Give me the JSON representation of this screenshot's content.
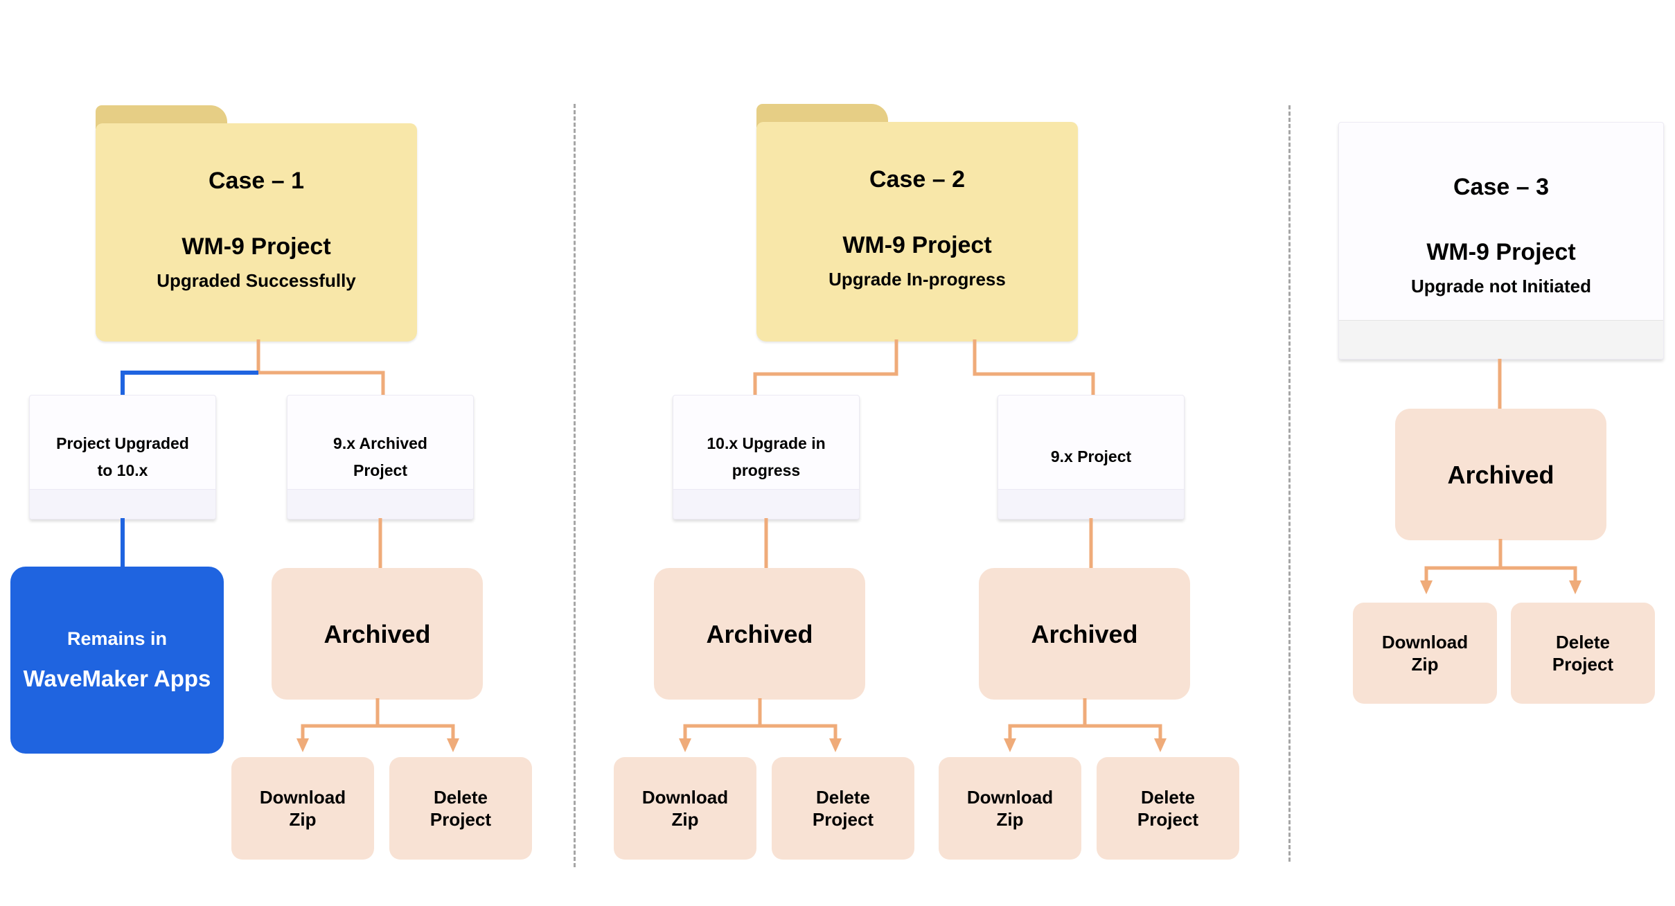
{
  "diagram": {
    "title_present": false,
    "colors": {
      "folder_body": "#f8e7a9",
      "folder_tab": "#e6ce85",
      "card_bg": "#fdfcff",
      "card_footer": "#f5f4fb",
      "card_footer_gray": "#f4f4f4",
      "peach": "#f8e2d4",
      "blue": "#1f64e0",
      "connector_orange": "#efab79",
      "connector_blue": "#1f64e0",
      "divider_gray": "#a6a6a6"
    }
  },
  "cases": [
    {
      "id": "case-1",
      "root": {
        "shape": "folder",
        "case_label": "Case – 1",
        "project_label": "WM-9 Project",
        "status_label": "Upgraded Successfully"
      },
      "children": [
        {
          "id": "case-1-upgraded-card",
          "shape": "card",
          "label": "Project Upgraded to 10.x",
          "line1": "Project Upgraded",
          "line2": "to 10.x",
          "connector_color": "#1f64e0"
        },
        {
          "id": "case-1-archived-card",
          "shape": "card",
          "label": "9.x Archived Project",
          "line1": "9.x Archived",
          "line2": "Project",
          "connector_color": "#efab79"
        }
      ],
      "blue_node": {
        "id": "remains-in-wavemaker-apps",
        "line1": "Remains in",
        "line2": "WaveMaker Apps"
      },
      "archived_node": {
        "id": "case-1-archived",
        "label": "Archived"
      },
      "actions": [
        {
          "id": "case-1-download-zip",
          "line1": "Download",
          "line2": "Zip"
        },
        {
          "id": "case-1-delete-project",
          "line1": "Delete",
          "line2": "Project"
        }
      ]
    },
    {
      "id": "case-2",
      "root": {
        "shape": "folder",
        "case_label": "Case – 2",
        "project_label": "WM-9 Project",
        "status_label": "Upgrade In-progress"
      },
      "children": [
        {
          "id": "case-2-upgrade-in-progress-card",
          "shape": "card",
          "label": "10.x Upgrade in progress",
          "line1": "10.x Upgrade in",
          "line2": "progress",
          "connector_color": "#efab79"
        },
        {
          "id": "case-2-9x-project-card",
          "shape": "card",
          "label": "9.x Project",
          "line1": "9.x Project",
          "line2": "",
          "connector_color": "#efab79"
        }
      ],
      "archived_nodes": [
        {
          "id": "case-2-archived-left",
          "label": "Archived"
        },
        {
          "id": "case-2-archived-right",
          "label": "Archived"
        }
      ],
      "actions_left": [
        {
          "id": "case-2-left-download-zip",
          "line1": "Download",
          "line2": "Zip"
        },
        {
          "id": "case-2-left-delete-project",
          "line1": "Delete",
          "line2": "Project"
        }
      ],
      "actions_right": [
        {
          "id": "case-2-right-download-zip",
          "line1": "Download",
          "line2": "Zip"
        },
        {
          "id": "case-2-right-delete-project",
          "line1": "Delete",
          "line2": "Project"
        }
      ]
    },
    {
      "id": "case-3",
      "root": {
        "shape": "card",
        "case_label": "Case – 3",
        "project_label": "WM-9 Project",
        "status_label": "Upgrade not Initiated"
      },
      "archived_node": {
        "id": "case-3-archived",
        "label": "Archived"
      },
      "actions": [
        {
          "id": "case-3-download-zip",
          "line1": "Download",
          "line2": "Zip"
        },
        {
          "id": "case-3-delete-project",
          "line1": "Delete",
          "line2": "Project"
        }
      ]
    }
  ]
}
